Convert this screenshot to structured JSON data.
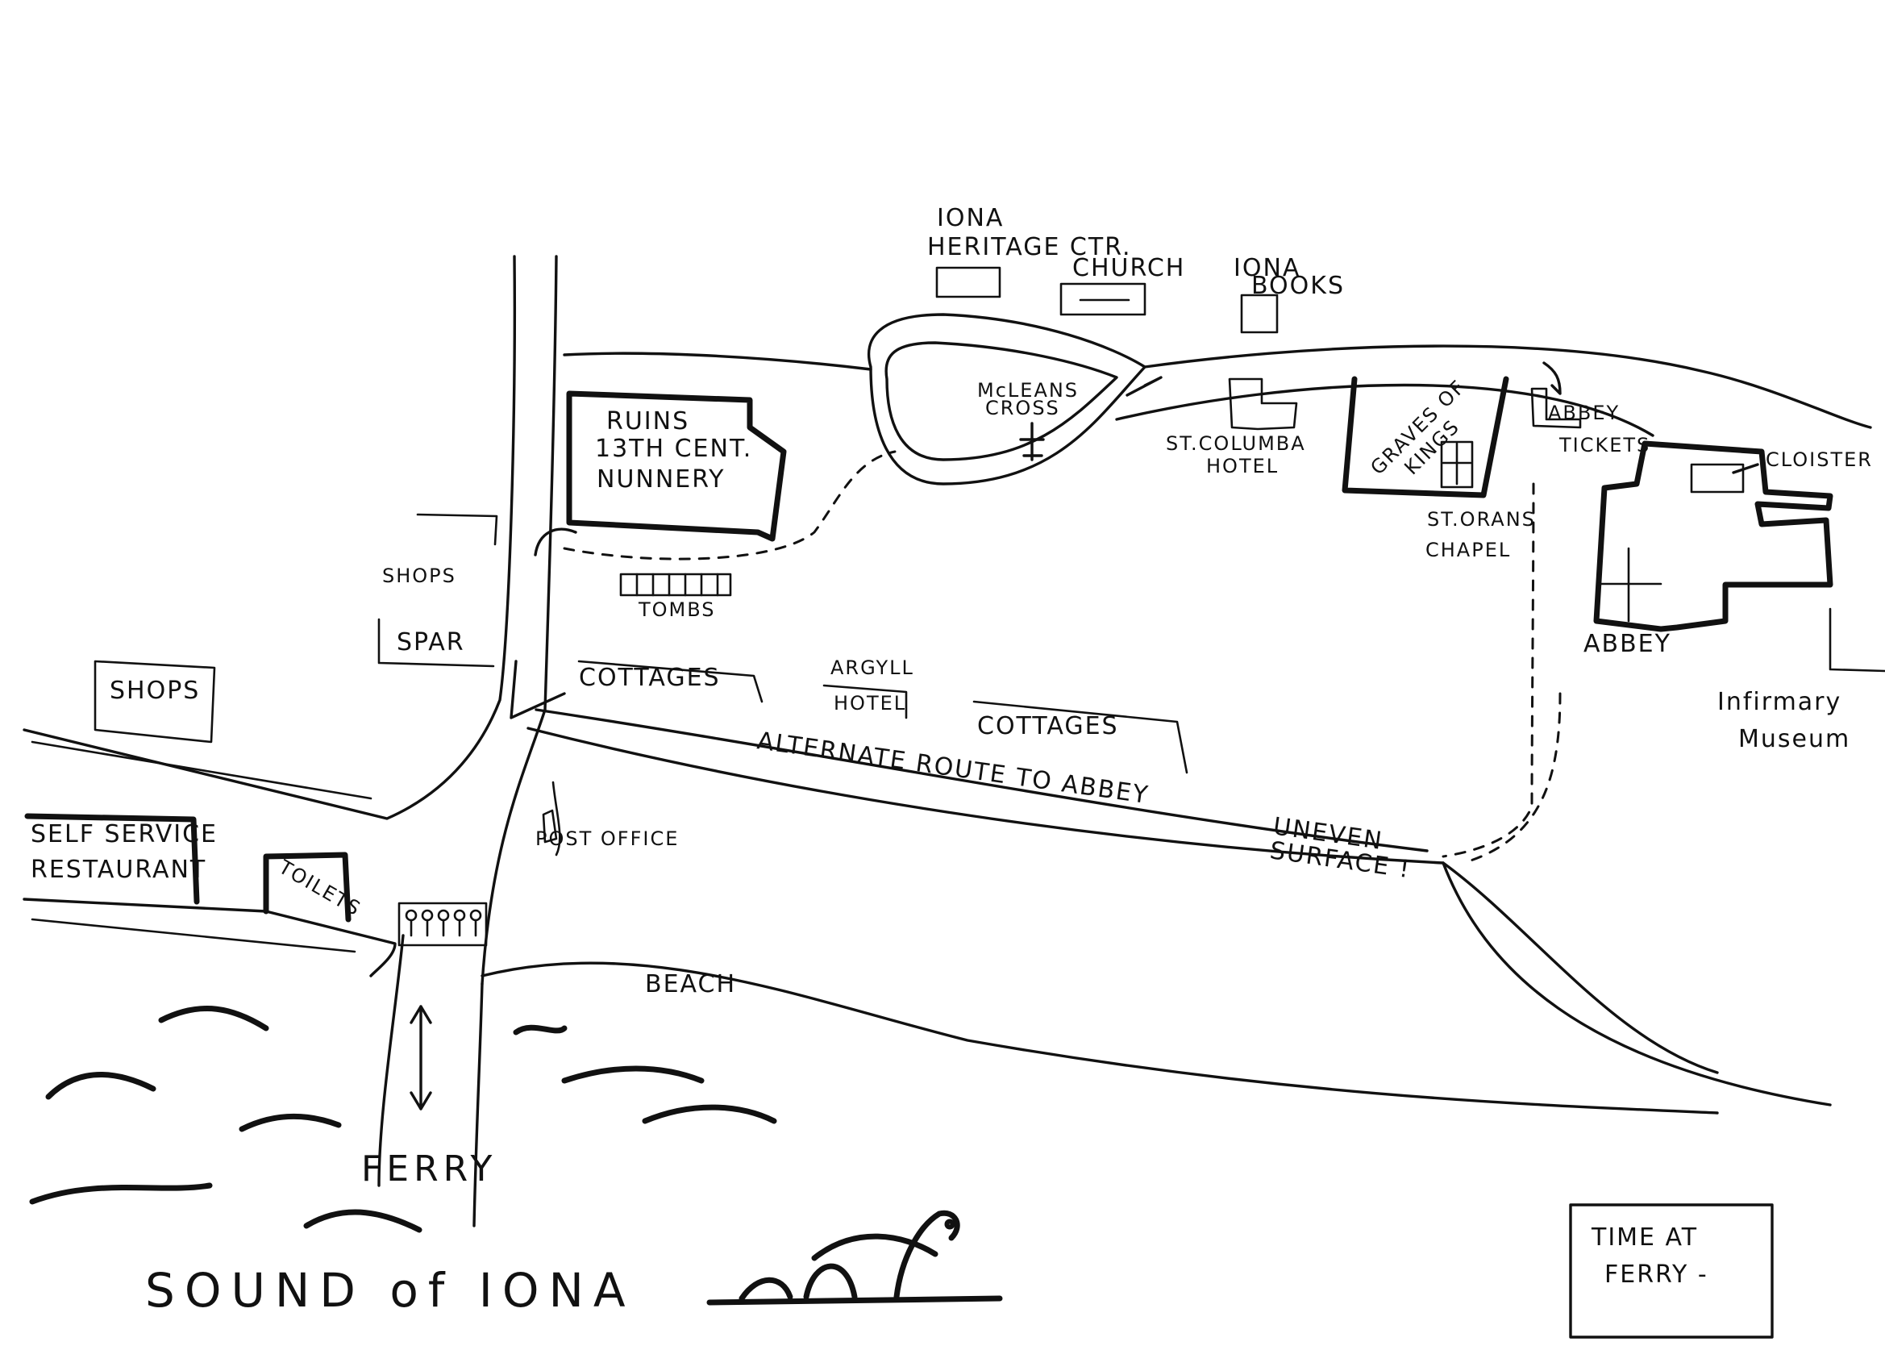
{
  "labels": {
    "heritage_1": "IONA",
    "heritage_2": "HERITAGE CTR.",
    "church": "CHURCH",
    "books_1": "IONA",
    "books_2": "BOOKS",
    "nunnery_1": "RUINS",
    "nunnery_2": "13TH CENT.",
    "nunnery_3": "NUNNERY",
    "cross_1": "McLEANS",
    "cross_2": "CROSS",
    "hotel_columba_1": "ST.COLUMBA",
    "hotel_columba_2": "HOTEL",
    "graves_1": "GRAVES OF",
    "graves_2": "KINGS",
    "chapel_1": "ST.ORANS",
    "chapel_2": "CHAPEL",
    "tickets_1": "ABBEY",
    "tickets_2": "TICKETS",
    "cloister": "CLOISTER",
    "abbey": "ABBEY",
    "museum_1": "Infirmary",
    "museum_2": "Museum",
    "shops_small": "SHOPS",
    "spar": "SPAR",
    "shops": "SHOPS",
    "tombs": "TOMBS",
    "cottages_1": "COTTAGES",
    "argyll_1": "ARGYLL",
    "argyll_2": "HOTEL",
    "cottages_2": "COTTAGES",
    "post_office": "POST OFFICE",
    "alt_route_1": "ALTERNATE ROUTE TO ABBEY",
    "alt_route_2": "UNEVEN",
    "alt_route_3": "SURFACE !",
    "restaurant_1": "SELF SERVICE",
    "restaurant_2": "RESTAURANT",
    "toilets": "TOILETS",
    "beach": "BEACH",
    "ferry": "FERRY",
    "sound": "SOUND of IONA",
    "time_1": "TIME AT",
    "time_2": "FERRY -"
  },
  "icons": [
    "cross-icon",
    "queue-people-icon",
    "sea-monster-icon",
    "wave-icon",
    "arrow-icon"
  ],
  "colors": {
    "ink": "#111111",
    "paper": "#ffffff"
  }
}
